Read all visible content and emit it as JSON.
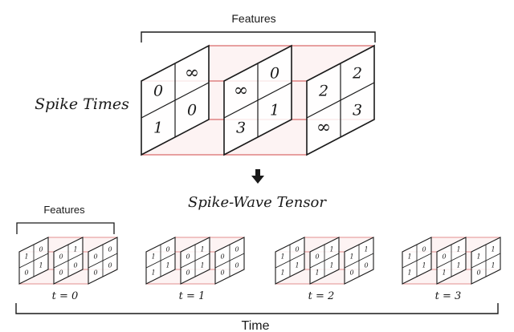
{
  "labels": {
    "spike_times": "Spike Times",
    "spike_wave_tensor": "Spike-Wave Tensor",
    "features_top": "Features",
    "features_small": "Features",
    "time": "Time"
  },
  "colors": {
    "stroke": "#1a1a1a",
    "accent": "#d96b6b",
    "fill_tint": "#fbe9e9"
  },
  "spike_times": {
    "panels": [
      [
        "0",
        "∞",
        "1",
        "0"
      ],
      [
        "∞",
        "0",
        "3",
        "1"
      ],
      [
        "2",
        "2",
        "∞",
        "3"
      ]
    ]
  },
  "spike_wave": [
    {
      "label": "t = 0",
      "panels": [
        [
          "1",
          "0",
          "0",
          "1"
        ],
        [
          "0",
          "1",
          "0",
          "0"
        ],
        [
          "0",
          "0",
          "0",
          "0"
        ]
      ]
    },
    {
      "label": "t = 1",
      "panels": [
        [
          "1",
          "0",
          "1",
          "1"
        ],
        [
          "0",
          "1",
          "0",
          "1"
        ],
        [
          "0",
          "0",
          "0",
          "0"
        ]
      ]
    },
    {
      "label": "t = 2",
      "panels": [
        [
          "1",
          "0",
          "1",
          "1"
        ],
        [
          "0",
          "1",
          "1",
          "1"
        ],
        [
          "1",
          "1",
          "0",
          "0"
        ]
      ]
    },
    {
      "label": "t = 3",
      "panels": [
        [
          "1",
          "0",
          "1",
          "1"
        ],
        [
          "0",
          "1",
          "1",
          "1"
        ],
        [
          "1",
          "1",
          "0",
          "1"
        ]
      ]
    }
  ]
}
